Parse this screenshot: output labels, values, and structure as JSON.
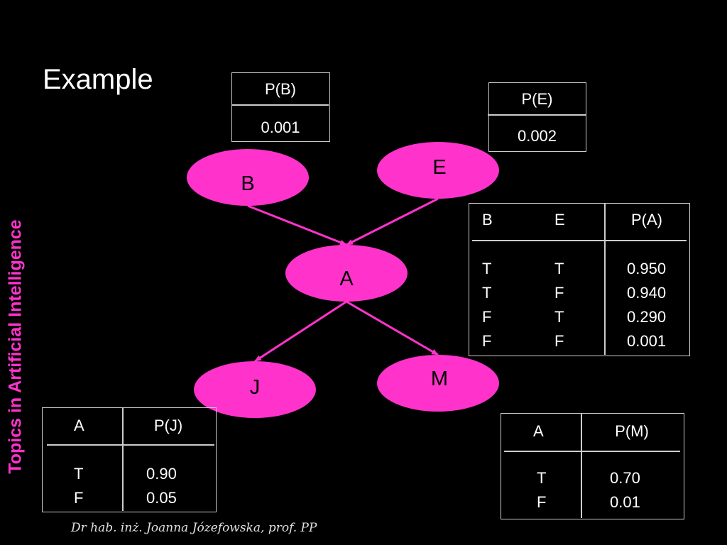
{
  "slide": {
    "title": "Example",
    "side_title": "Topics in Artificial Intelligence",
    "footer": "Dr hab. inż. Joanna Józefowska, prof. PP",
    "node_color": "#ff33cc",
    "accent_color": "#ff33cc"
  },
  "nodes": [
    {
      "id": "B",
      "label": "B"
    },
    {
      "id": "E",
      "label": "E"
    },
    {
      "id": "A",
      "label": "A"
    },
    {
      "id": "J",
      "label": "J"
    },
    {
      "id": "M",
      "label": "M"
    }
  ],
  "edges": [
    {
      "from": "B",
      "to": "A"
    },
    {
      "from": "E",
      "to": "A"
    },
    {
      "from": "A",
      "to": "J"
    },
    {
      "from": "A",
      "to": "M"
    }
  ],
  "tables": {
    "pb": {
      "header": "P(B)",
      "value": "0.001"
    },
    "pe": {
      "header": "P(E)",
      "value": "0.002"
    },
    "pa": {
      "headers": [
        "B",
        "E",
        "P(A)"
      ],
      "col_b": [
        "T",
        "T",
        "F",
        "F"
      ],
      "col_e": [
        "T",
        "F",
        "T",
        "F"
      ],
      "col_p": [
        "0.950",
        "0.940",
        "0.290",
        "0.001"
      ]
    },
    "pj": {
      "headers": [
        "A",
        "P(J)"
      ],
      "col_a": [
        "T",
        "F"
      ],
      "col_p": [
        "0.90",
        "0.05"
      ]
    },
    "pm": {
      "headers": [
        "A",
        "P(M)"
      ],
      "col_a": [
        "T",
        "F"
      ],
      "col_p": [
        "0.70",
        "0.01"
      ]
    }
  }
}
